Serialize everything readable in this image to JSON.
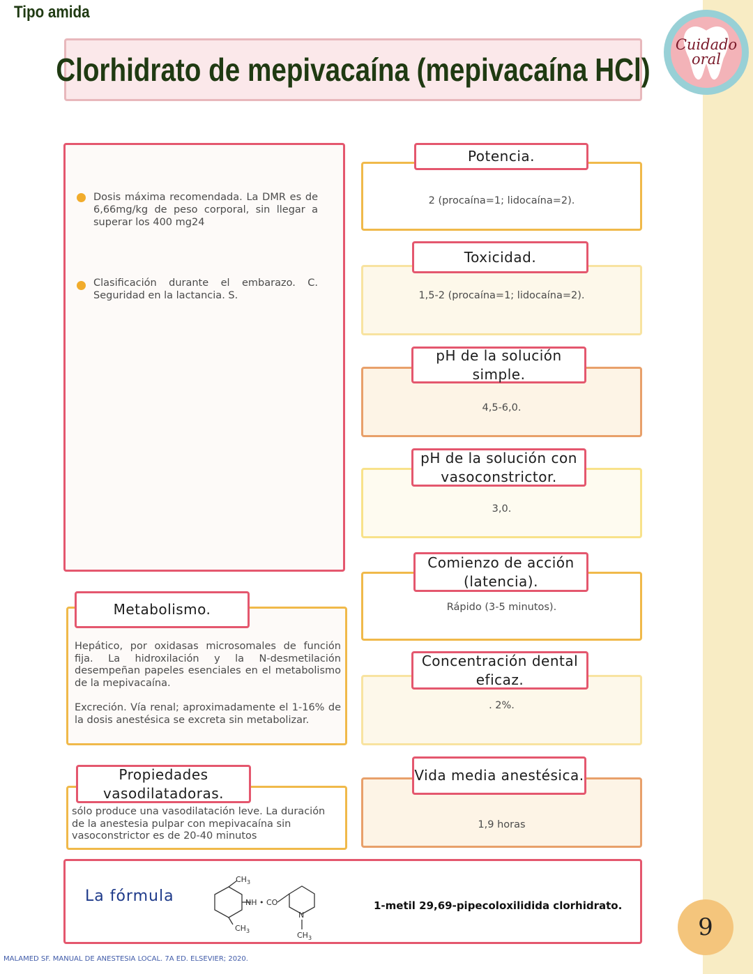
{
  "header": {
    "category": "Tipo amida",
    "title": "Clorhidrato de mepivacaína (mepivacaína HCl)",
    "logo_text": [
      "Cuidado",
      "oral"
    ]
  },
  "left_panel": {
    "bullets": [
      "Dosis máxima recomendada. La DMR es de 6,66mg/kg de peso corporal, sin llegar a superar los 400 mg24",
      "Clasificación durante el embarazo. C. Seguridad en la lactancia. S."
    ]
  },
  "cards": [
    {
      "title": "Potencia.",
      "value": "2 (procaína=1; lidocaína=2)."
    },
    {
      "title": "Toxicidad.",
      "value": "1,5-2 (procaína=1; lidocaína=2)."
    },
    {
      "title": "pH de la solución simple.",
      "value": "4,5-6,0."
    },
    {
      "title": "pH de la solución con vasoconstrictor.",
      "value": "3,0."
    },
    {
      "title": "Comienzo de acción (latencia).",
      "value": "Rápido (3-5 minutos)."
    },
    {
      "title": "Concentración dental eficaz.",
      "value": ". 2%."
    },
    {
      "title": "Vida media anestésica.",
      "value": "1,9 horas"
    }
  ],
  "metabolism": {
    "title": "Metabolismo.",
    "paragraphs": [
      "Hepático, por oxidasas microsomales de función fija. La hidroxilación y la N-desmetilación desempeñan papeles esenciales en el metabolismo de la mepivacaína.",
      "Excreción. Vía renal; aproximadamente el 1-16% de la dosis anestésica se excreta sin metabolizar."
    ]
  },
  "vasodilator": {
    "title": "Propiedades vasodilatadoras.",
    "text": "sólo produce una vasodilatación leve. La duración de la anestesia pulpar con mepivacaína sin vasoconstrictor es de 20-40 minutos"
  },
  "formula": {
    "label": "La fórmula",
    "structure_labels": {
      "ch3_top": "CH",
      "ch3_bottom": "CH",
      "ch3_n": "CH",
      "sub": "3",
      "link": "NH • CO",
      "n": "N"
    },
    "name": "1-metil 29,69-pipecoloxilidida clorhidrato."
  },
  "page_number": "9",
  "reference": "MALAMED SF. MANUAL DE ANESTESIA LOCAL. 7A ED. ELSEVIER; 2020.",
  "colors": {
    "accent_red": "#e4576e",
    "accent_orange": "#f0b94a",
    "title_bg": "#fbe8ea",
    "side_band": "#f8ecc4",
    "page_badge": "#f4c57c"
  }
}
